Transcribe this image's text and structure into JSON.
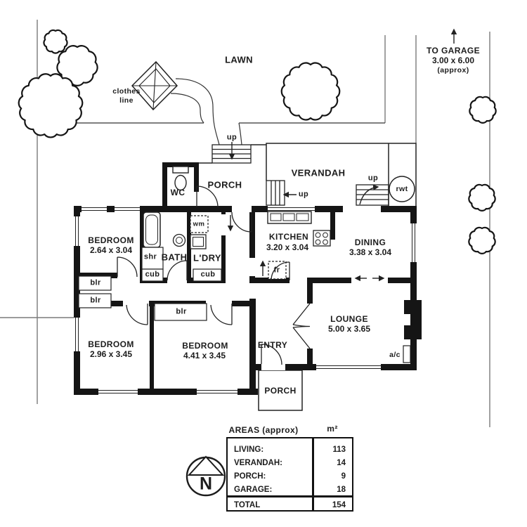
{
  "colors": {
    "wall": "#151515",
    "plan_line": "#222222",
    "site_line": "#7a7a7a",
    "background": "#ffffff"
  },
  "site": {
    "lawn": "LAWN",
    "clothes_line": [
      "clothes",
      "line"
    ],
    "garage_note": [
      "TO GARAGE",
      "3.00 x 6.00",
      "(approx)"
    ]
  },
  "plan": {
    "verandah": "VERANDAH",
    "porch_top": "PORCH",
    "porch_bottom": "PORCH",
    "entry": "ENTRY",
    "wc": "WC",
    "bath": "BATH",
    "shower": "shr",
    "laundry": "L'DRY",
    "washing_machine": "wm",
    "cupboard_left": "cub",
    "cupboard_right": "cub",
    "robe_1": "blr",
    "robe_2": "blr",
    "robe_3": "blr",
    "fridge": "fr",
    "rainwater_tank": "rwt",
    "air_conditioner": "a/c",
    "up_1": "up",
    "up_2": "up",
    "up_3": "up",
    "rooms": {
      "kitchen": {
        "name": "KITCHEN",
        "dims": "3.20 x 3.04"
      },
      "dining": {
        "name": "DINING",
        "dims": "3.38 x 3.04"
      },
      "lounge": {
        "name": "LOUNGE",
        "dims": "5.00 x 3.65"
      },
      "bedroom_1": {
        "name": "BEDROOM",
        "dims": "2.64 x 3.04"
      },
      "bedroom_2": {
        "name": "BEDROOM",
        "dims": "2.96 x 3.45"
      },
      "bedroom_3": {
        "name": "BEDROOM",
        "dims": "4.41 x 3.45"
      }
    }
  },
  "areas_table": {
    "title": "AREAS (approx)",
    "unit": "m²",
    "rows": [
      {
        "label": "LIVING:",
        "value": "113"
      },
      {
        "label": "VERANDAH:",
        "value": "14"
      },
      {
        "label": "PORCH:",
        "value": "9"
      },
      {
        "label": "GARAGE:",
        "value": "18"
      }
    ],
    "total": {
      "label": "TOTAL",
      "value": "154"
    }
  },
  "compass": {
    "north": "N"
  }
}
